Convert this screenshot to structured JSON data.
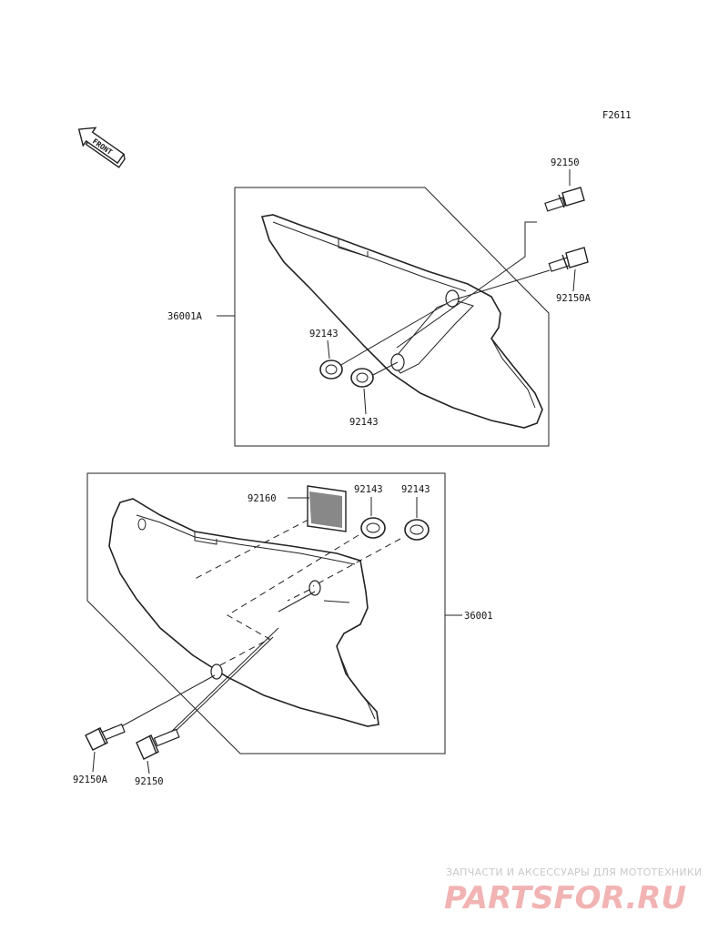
{
  "figure_code": "F2611",
  "front_arrow": {
    "label": "FRONT"
  },
  "upper_group": {
    "assembly_label": "36001A",
    "bolt_top_label": "92150",
    "bolt_right_label": "92150A",
    "grommet_upper_label": "92143",
    "grommet_lower_label": "92143"
  },
  "lower_group": {
    "assembly_label": "36001",
    "pad_label": "92160",
    "grommet_left_label": "92143",
    "grommet_right_label": "92143",
    "bolt_left_label": "92150A",
    "bolt_right_label": "92150"
  },
  "watermark": {
    "tagline": "ЗАПЧАСТИ И АКСЕССУАРЫ ДЛЯ МОТОТЕХНИКИ",
    "logo": "PARTSFOR.RU"
  }
}
